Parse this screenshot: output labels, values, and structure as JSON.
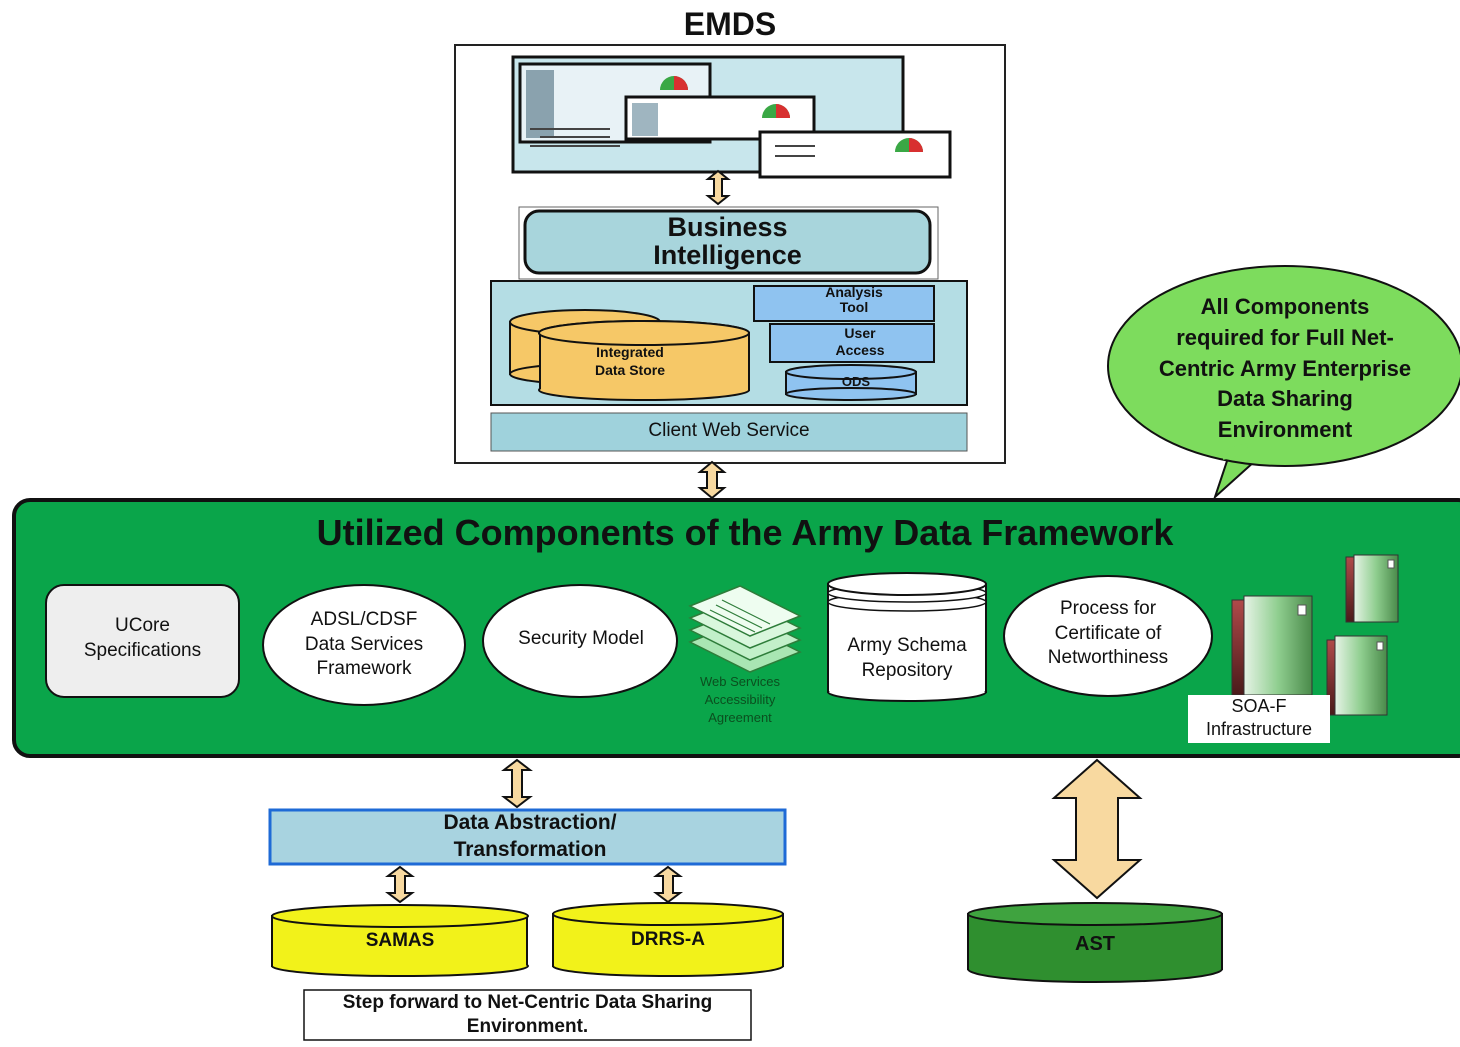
{
  "emds": {
    "title": "EMDS",
    "business_intelligence": "Business\nIntelligence",
    "analysis_tool": "Analysis\nTool",
    "user_access": "User\nAccess",
    "ods": "ODS",
    "integrated_data_store": "Integrated\nData Store",
    "client_web_service": "Client Web Service"
  },
  "callout": "All Components\nrequired for Full Net-\nCentric Army Enterprise\nData Sharing\nEnvironment",
  "framework": {
    "title": "Utilized Components of the Army Data Framework",
    "ucore": "UCore\nSpecifications",
    "adsl": "ADSL/CDSF\nData Services\nFramework",
    "security": "Security Model",
    "wsaa": "Web Services\nAccessibility\nAgreement",
    "schema": "Army Schema\nRepository",
    "process": "Process for\nCertificate of\nNetworthiness",
    "soaf": "SOA-F\nInfrastructure"
  },
  "data_abstraction": "Data Abstraction/\nTransformation",
  "sources": {
    "samas": "SAMAS",
    "drrs": "DRRS-A",
    "ast": "AST"
  },
  "step_forward": "Step forward to Net-Centric Data Sharing\nEnvironment.",
  "colors": {
    "framework_green": "#0aa54a",
    "callout_green": "#7ddc5d",
    "light_blue": "#9fd2dc",
    "cylinder_orange": "#f6c867",
    "yellow_db": "#f2f21a",
    "ast_green": "#2f8f2f",
    "arrow_fill": "#f8d9a0",
    "blue_box": "#8fc3f0"
  }
}
